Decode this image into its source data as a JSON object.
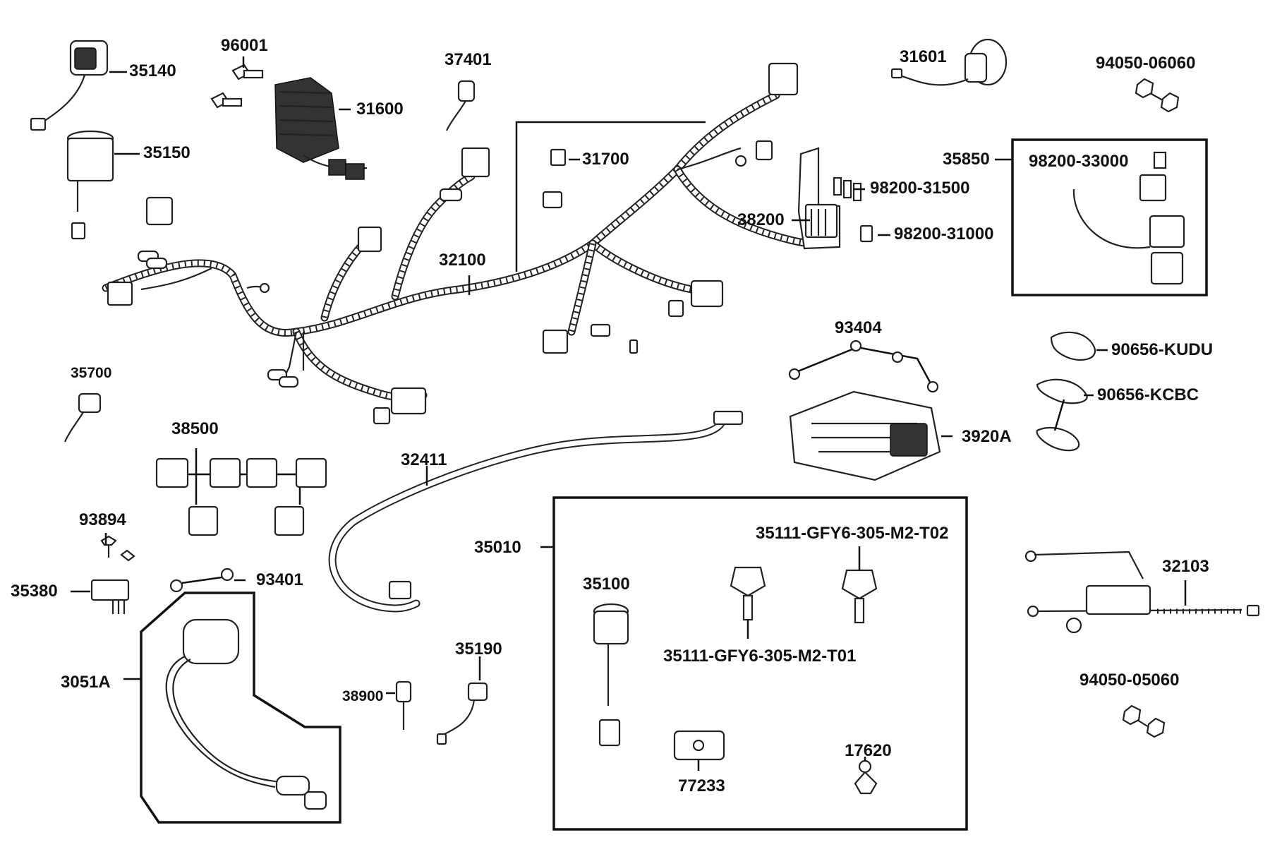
{
  "labels": {
    "p35140": "35140",
    "p96001": "96001",
    "p31600": "31600",
    "p37401": "37401",
    "p31601": "31601",
    "p94050_06060": "94050-06060",
    "p35150": "35150",
    "p31700": "31700",
    "p98200_31500": "98200-31500",
    "p35850": "35850",
    "p98200_33000": "98200-33000",
    "p38200": "38200",
    "p98200_31000": "98200-31000",
    "p32100": "32100",
    "p93404": "93404",
    "p90656_kudu": "90656-KUDU",
    "p90656_kcbc": "90656-KCBC",
    "p35700": "35700",
    "p38500": "38500",
    "p3920a": "3920A",
    "p32411": "32411",
    "p93894": "93894",
    "p35010": "35010",
    "p35111_t02": "35111-GFY6-305-M2-T02",
    "p32103": "32103",
    "p35380": "35380",
    "p93401": "93401",
    "p35100": "35100",
    "p35111_t01": "35111-GFY6-305-M2-T01",
    "p3051a": "3051A",
    "p35190": "35190",
    "p94050_05060": "94050-05060",
    "p38900": "38900",
    "p17620": "17620",
    "p77233": "77233"
  }
}
